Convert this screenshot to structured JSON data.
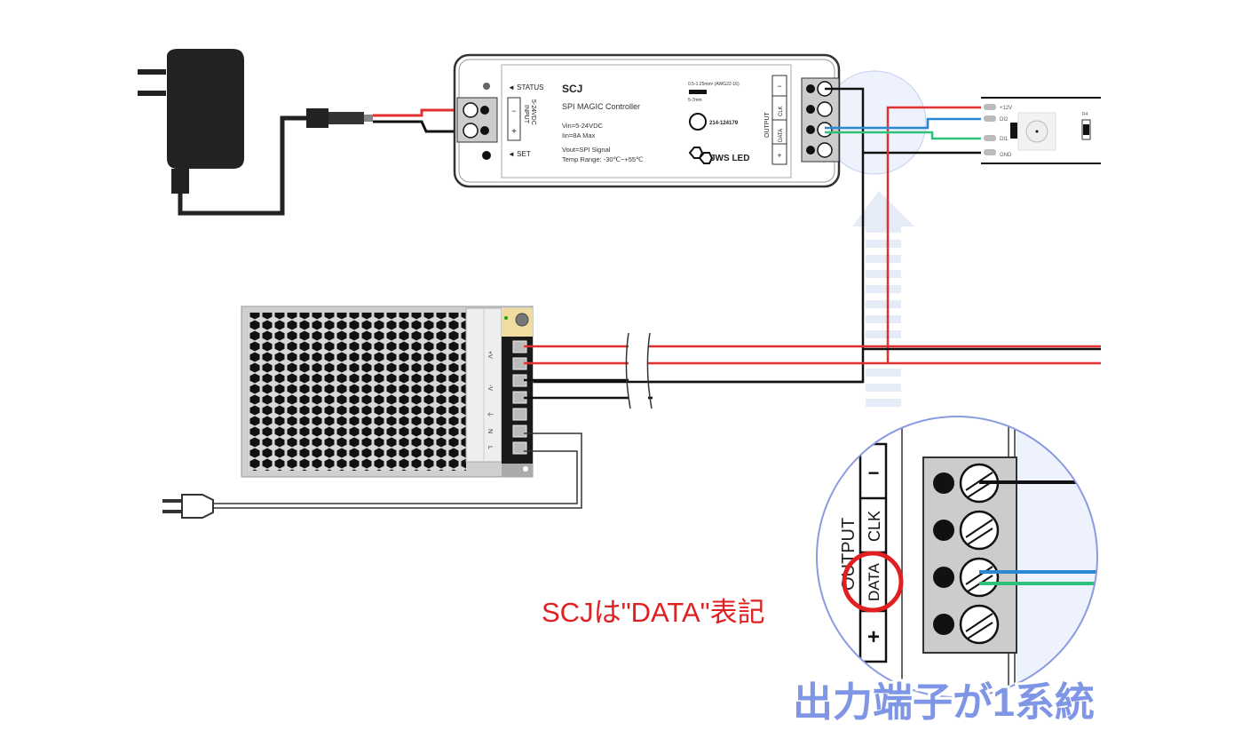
{
  "controller": {
    "model": "SCJ",
    "name": "SPI MAGIC Controller",
    "vin": "Vin=5-24VDC",
    "iin": "Iin=8A Max",
    "vout": "Vout=SPI Signal",
    "temp": "Temp Range: -30℃~+55℃",
    "status_label": "◄ STATUS",
    "set_label": "◄ SET",
    "input_label": "INPUT",
    "input_voltage": "5-24VDC",
    "input_minus": "−",
    "input_plus": "+",
    "wire_spec": "0.5-1.25mm² (AWG22-16)",
    "strip_length": "5-7mm",
    "cert_number": "214-124179",
    "brand": "JWS LED",
    "output_label": "OUTPUT",
    "output_terminals": [
      "−",
      "CLK",
      "DATA",
      "+"
    ]
  },
  "led_strip": {
    "pads": [
      "+12V",
      "DI2",
      "DI1",
      "GND"
    ],
    "resistor": "R4"
  },
  "psu": {
    "terminals": [
      "+V",
      "-V",
      "⏚",
      "N",
      "L"
    ]
  },
  "zoom_view": {
    "output_label": "OUTPUT",
    "terminals": [
      "−",
      "CLK",
      "DATA",
      "+"
    ]
  },
  "annotations": {
    "data_note": "SCJは\"DATA\"表記",
    "output_note": "出力端子が1系統"
  },
  "colors": {
    "red_wire": "#e03030",
    "black_wire": "#111111",
    "blue_wire": "#2a88d0",
    "green_wire": "#2fc07a",
    "highlight_circle": "#8a9be0",
    "annotation_red": "#e02020",
    "annotation_blue": "#7f95e6"
  }
}
